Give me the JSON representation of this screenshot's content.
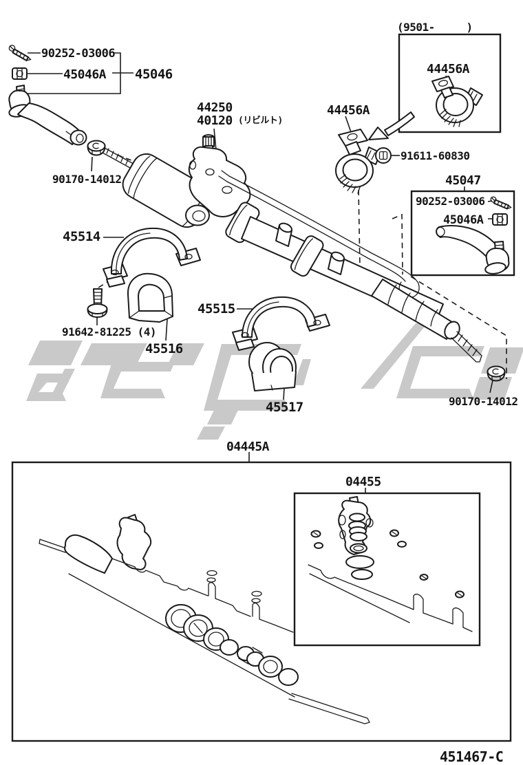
{
  "diagram": {
    "figure_code": "451467-C",
    "production_note": "(9501-     )",
    "callouts": {
      "set_screw_upper": "90252-03006",
      "castle_nut_upper": "45046A",
      "tie_rod_end_assy": "45046",
      "lock_nut_left": "90170-14012",
      "steering_gear": "44250",
      "steering_gear_reman": "40120",
      "steering_gear_reman_note": "(リビルト)",
      "clamp": "44456A",
      "clamp_in_box": "44456A",
      "clamp_bolt": "91611-60830",
      "rod_end_sub_assy": "45047",
      "set_screw_in_box": "90252-03006",
      "castle_nut_in_box": "45046A",
      "bracket_upper": "45514",
      "bracket_bolt": "91642-81225 (4)",
      "damper": "45516",
      "bracket_lower": "45515",
      "grommet": "45517",
      "lock_nut_right": "90170-14012",
      "boot_kit": "04445A",
      "seal_kit": "04455"
    }
  }
}
